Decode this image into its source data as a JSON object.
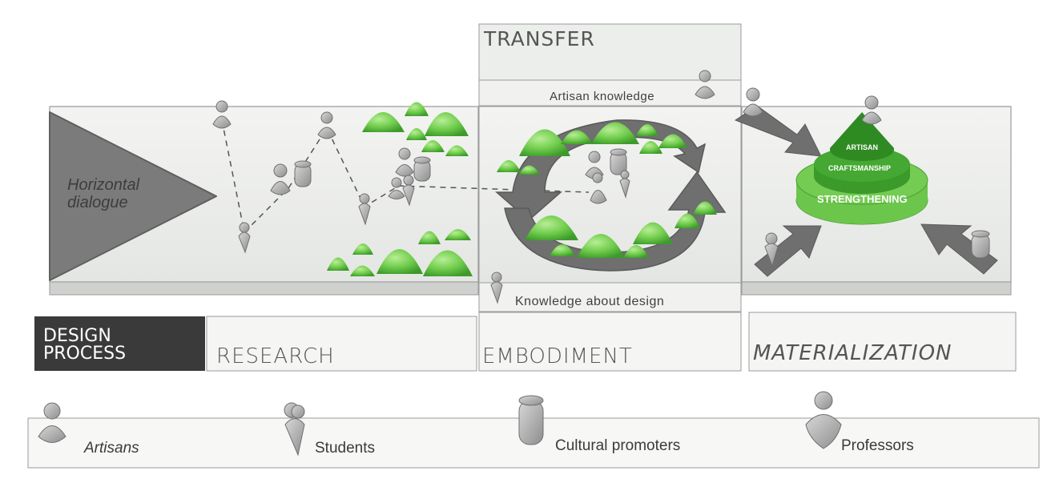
{
  "diagram": {
    "transfer_title": "TRANSFER",
    "artisan_knowledge": "Artisan knowledge",
    "knowledge_design": "Knowledge about design",
    "horizontal_dialogue": [
      "Horizontal",
      "dialogue"
    ],
    "pyramid_labels": [
      "ARTISAN",
      "CRAFTSMANSHIP",
      "STRENGTHENING"
    ]
  },
  "phases": {
    "design_process": [
      "DESIGN",
      "PROCESS"
    ],
    "research": "RESEARCH",
    "embodiment": "EMBODIMENT",
    "materialization": "MATERIALIZATION"
  },
  "legend": {
    "artisans": "Artisans",
    "students": "Students",
    "cultural_promoters": "Cultural promoters",
    "professors": "Professors"
  },
  "colors": {
    "green_light": "#7fd35f",
    "green_mid": "#5cb83f",
    "green_dark": "#2f8a22",
    "arrow_gray": "#6f6f6f",
    "panel": "#eff0ee",
    "dark_block": "#3a3a3a"
  }
}
